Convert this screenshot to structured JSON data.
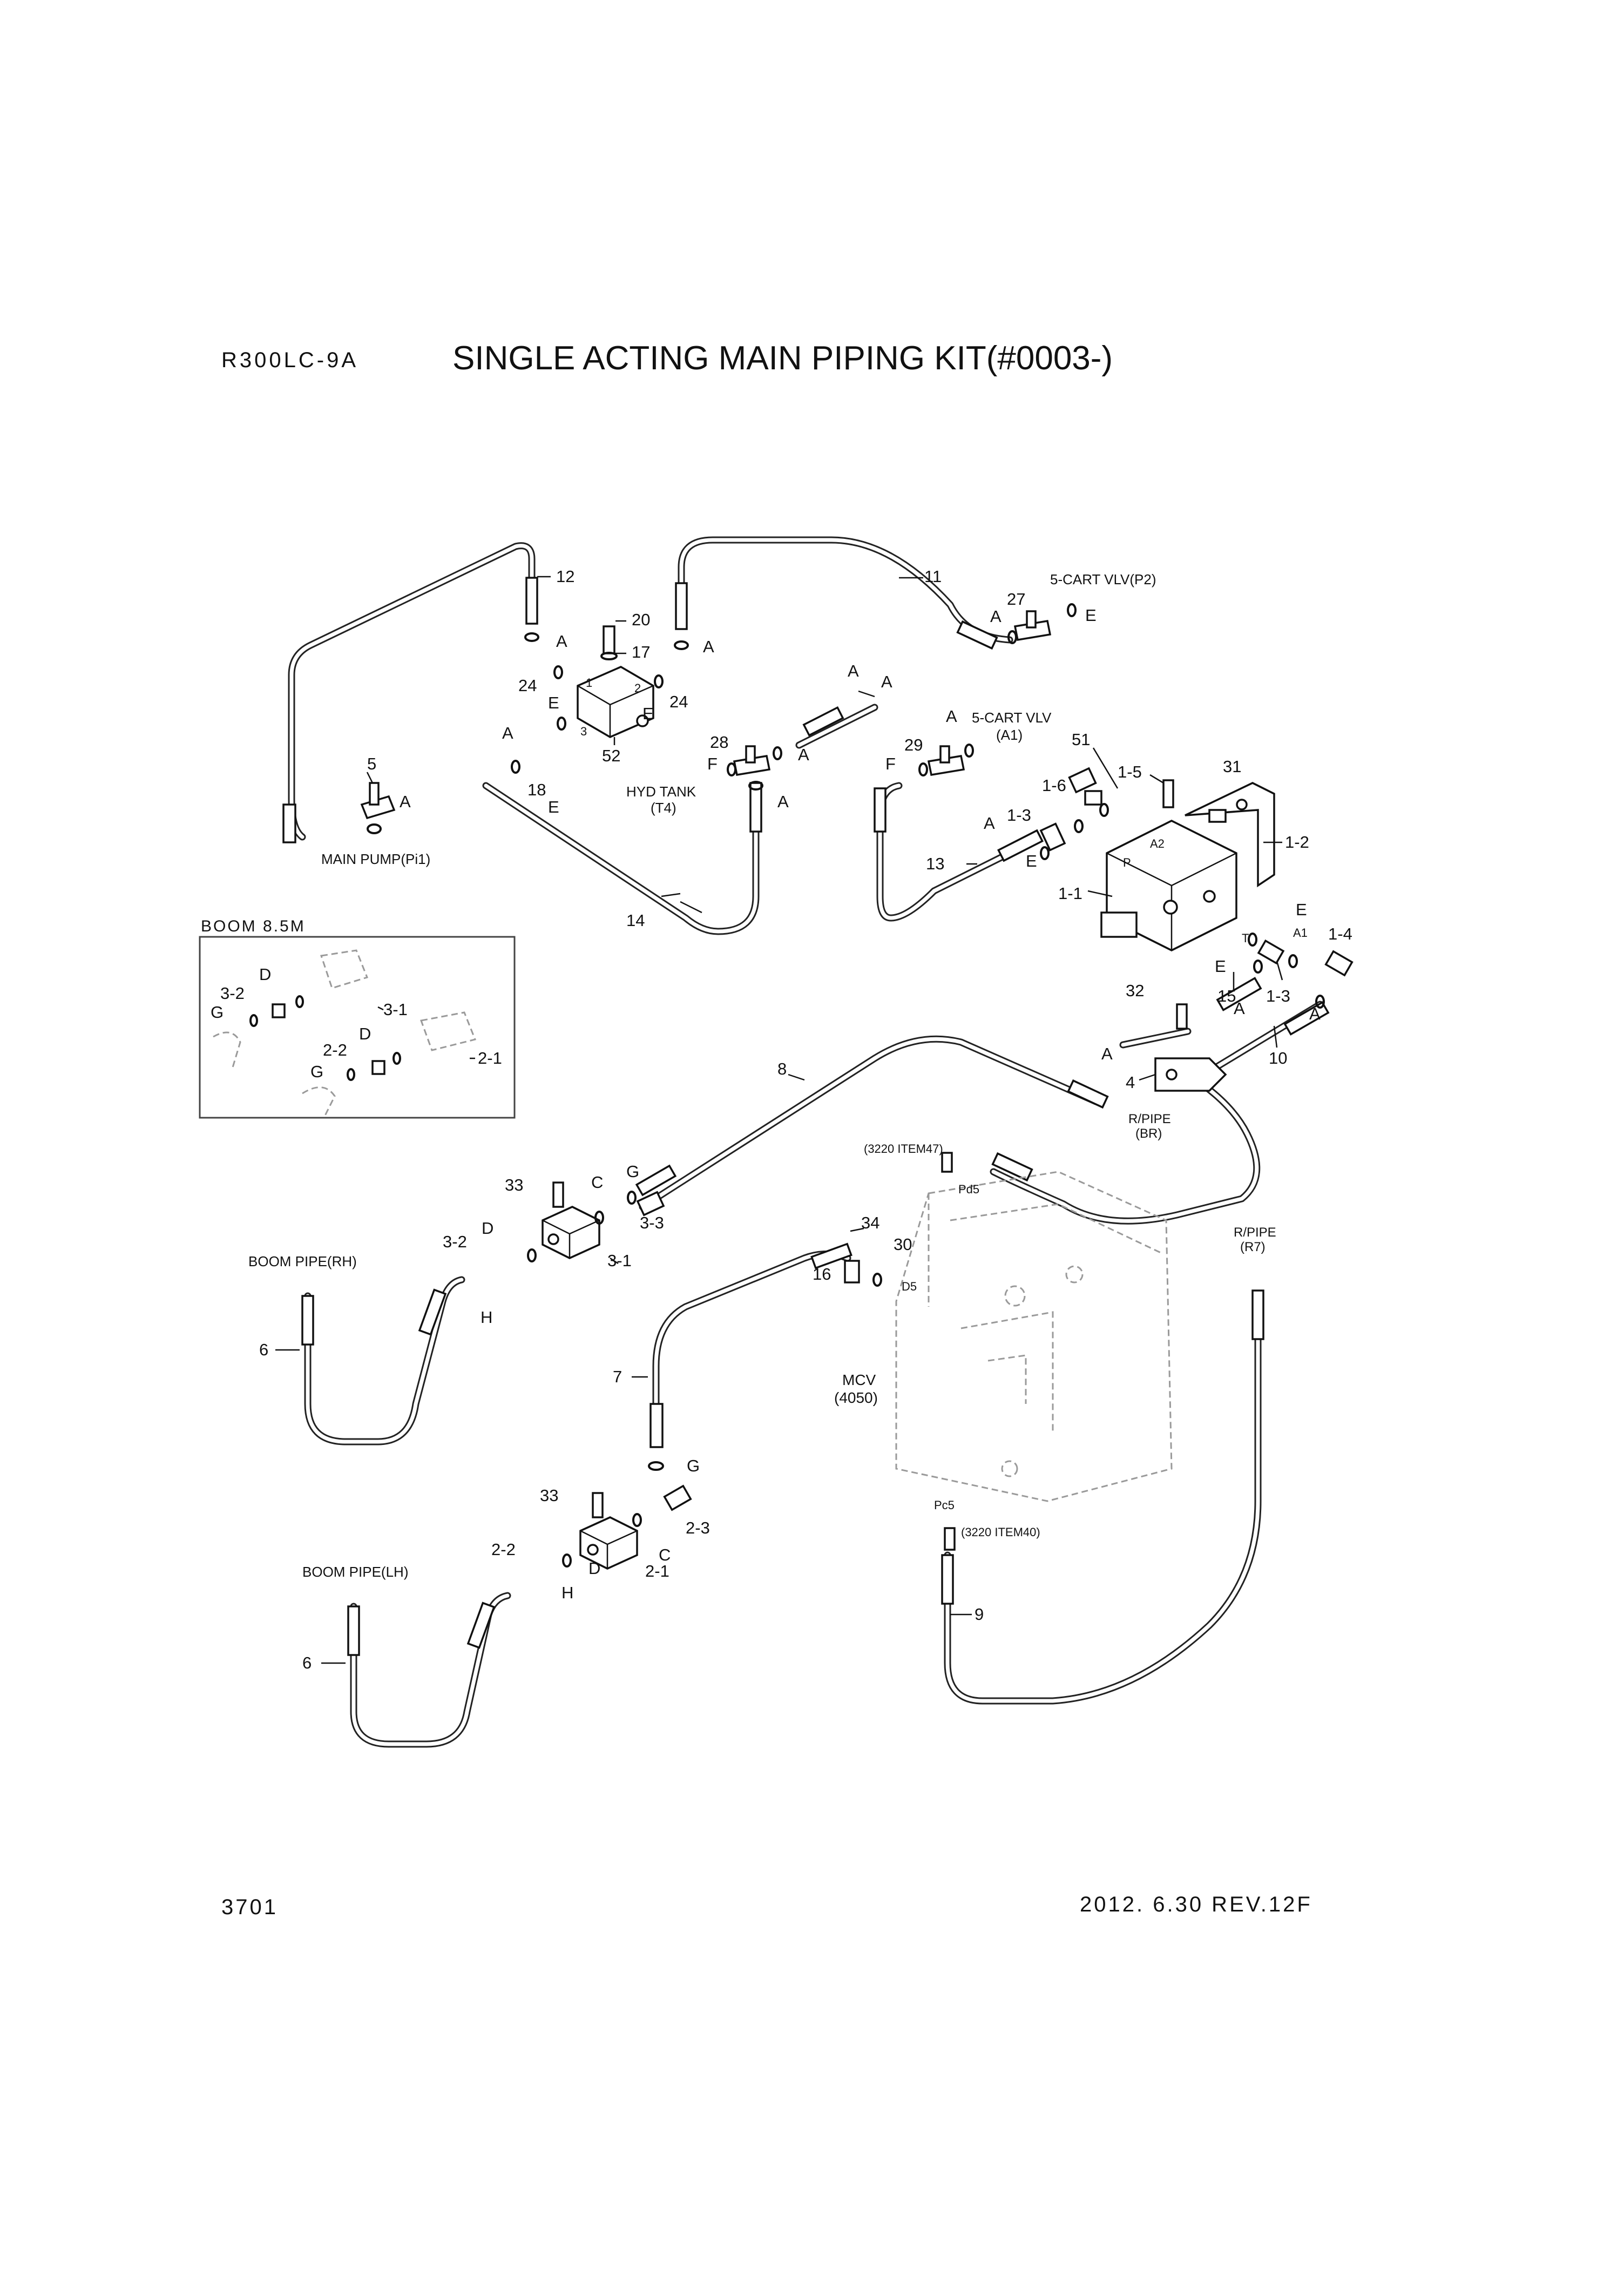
{
  "header": {
    "model": "R300LC-9A",
    "title": "SINGLE ACTING MAIN PIPING KIT(#0003-)"
  },
  "footer": {
    "page": "3701",
    "revision": "2012. 6.30  REV.12F"
  },
  "inset": {
    "title": "BOOM 8.5M"
  },
  "refs": {
    "cart_p2": "5-CART VLV(P2)",
    "cart_vlv": "5-CART VLV",
    "cart_a1": "(A1)",
    "hyd_tank": "HYD TANK",
    "hyd_tank_port": "(T4)",
    "main_pump": "MAIN PUMP(Pi1)",
    "rpipe_br": "R/PIPE",
    "rpipe_br_port": "(BR)",
    "rpipe_r7": "R/PIPE",
    "rpipe_r7_port": "(R7)",
    "item47": "(3220 ITEM47)",
    "item40": "(3220 ITEM40)",
    "pd5": "Pd5",
    "pc5": "Pc5",
    "d5": "D5",
    "mcv": "MCV",
    "mcv_no": "(4050)",
    "boom_rh": "BOOM PIPE(RH)",
    "boom_lh": "BOOM PIPE(LH)",
    "port_a2": "A2",
    "port_p": "P",
    "port_t": "T",
    "port_a1": "A1",
    "blk1": "1",
    "blk2": "2",
    "blk3": "3"
  },
  "callouts": {
    "c12": "12",
    "c11": "11",
    "c20": "20",
    "c17": "17",
    "c24a": "24",
    "c24b": "24",
    "c27": "27",
    "c5": "5",
    "c18": "18",
    "c52": "52",
    "c28": "28",
    "c29": "29",
    "c51": "51",
    "c1_5": "1-5",
    "c31": "31",
    "c1_6": "1-6",
    "c1_3a": "1-3",
    "c1_2": "1-2",
    "c13": "13",
    "c1_1": "1-1",
    "c14": "14",
    "c1_4": "1-4",
    "c32": "32",
    "c15": "15",
    "c1_3b": "1-3",
    "c10": "10",
    "c4": "4",
    "c8": "8",
    "c33a": "33",
    "c3_3": "3-3",
    "c3_2": "3-2",
    "c3_1": "3-1",
    "c34": "34",
    "c30": "30",
    "c16": "16",
    "c6a": "6",
    "c7": "7",
    "c33b": "33",
    "c2_3": "2-3",
    "c2_2": "2-2",
    "c2_1": "2-1",
    "c9": "9",
    "c6b": "6",
    "i3_2": "3-2",
    "i3_1": "3-1",
    "i2_2": "2-2",
    "i2_1": "2-1"
  },
  "letters": {
    "a1": "A",
    "a2": "A",
    "a3": "A",
    "a4": "A",
    "a5": "A",
    "a6": "A",
    "a7": "A",
    "a8": "A",
    "a9": "A",
    "a10": "A",
    "a11": "A",
    "a12": "A",
    "a13": "A",
    "a14": "A",
    "e1": "E",
    "e2": "E",
    "e3": "E",
    "e4": "E",
    "e5": "E",
    "e6": "E",
    "e7": "E",
    "f1": "F",
    "f2": "F",
    "c1": "C",
    "c2": "C",
    "d1": "D",
    "d2": "D",
    "d3": "D",
    "d4": "D",
    "g1": "G",
    "g2": "G",
    "g3": "G",
    "g4": "G",
    "h1": "H",
    "h2": "H"
  }
}
